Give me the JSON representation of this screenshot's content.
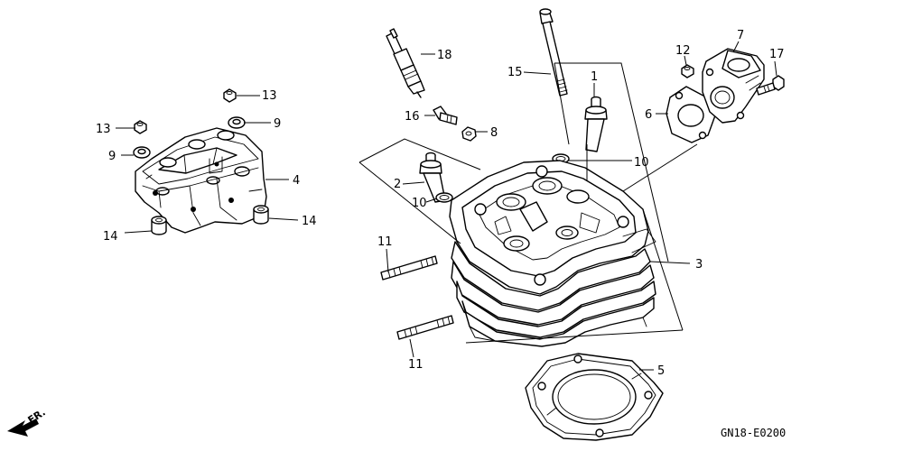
{
  "diagram_code": "GN18-E0200",
  "direction_label": "FR.",
  "callouts": {
    "c1": "1",
    "c2": "2",
    "c3": "3",
    "c4": "4",
    "c5": "5",
    "c6": "6",
    "c7": "7",
    "c8": "8",
    "c9a": "9",
    "c9b": "9",
    "c10a": "10",
    "c10b": "10",
    "c11a": "11",
    "c11b": "11",
    "c12": "12",
    "c13a": "13",
    "c13b": "13",
    "c14a": "14",
    "c14b": "14",
    "c15": "15",
    "c16": "16",
    "c17": "17",
    "c18": "18"
  }
}
